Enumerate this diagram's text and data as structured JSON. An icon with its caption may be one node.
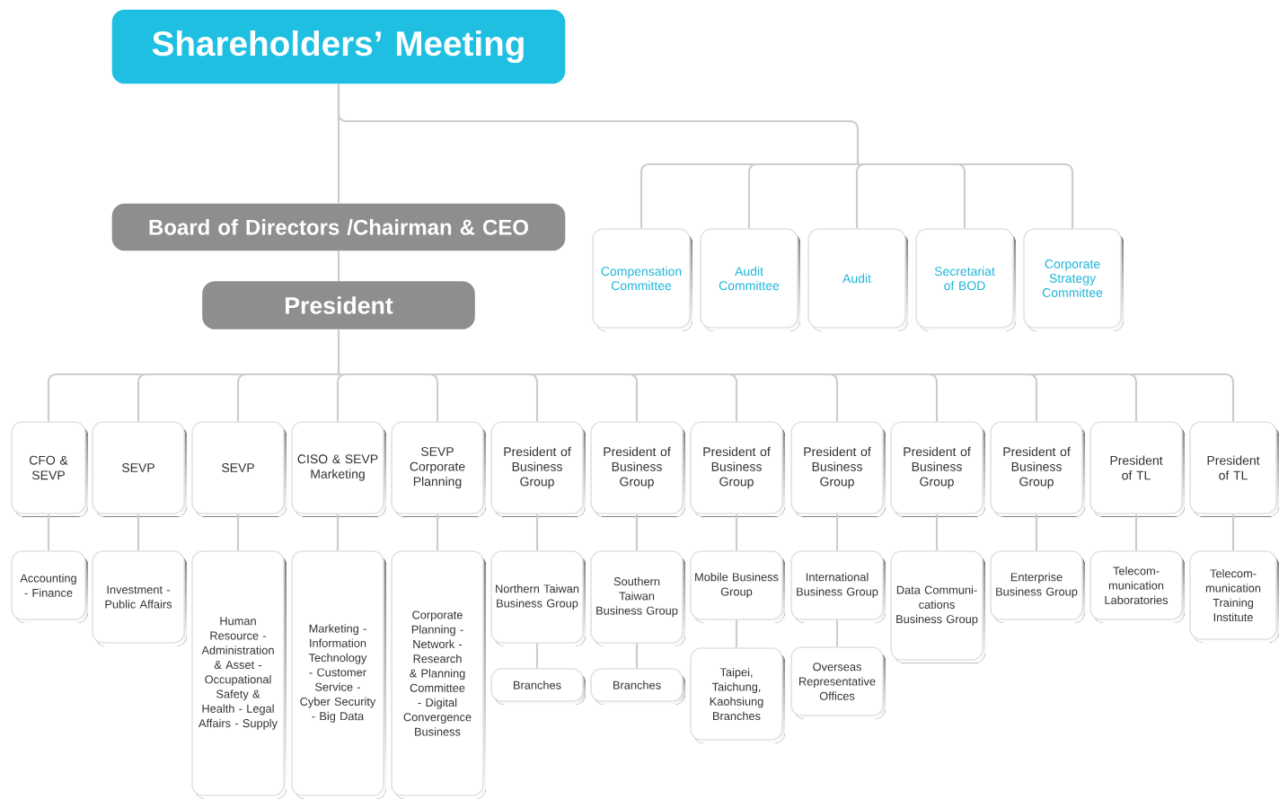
{
  "diagram": {
    "nodes": [
      {
        "text": [
          "Shareholders’ Meeting"
        ]
      },
      {
        "text": [
          "Board of Directors /Chairman & CEO"
        ]
      },
      {
        "text": [
          "President"
        ]
      },
      {
        "text": [
          "Compensation Committee"
        ]
      },
      {
        "text": [
          "Audit Committee"
        ]
      },
      {
        "text": [
          "Audit"
        ]
      },
      {
        "text": [
          "Secretariat of BOD"
        ]
      },
      {
        "text": [
          "Corporate Strategy Committee"
        ]
      },
      {
        "text": [
          "CFO & SEVP"
        ]
      },
      {
        "text": [
          "SEVP"
        ]
      },
      {
        "text": [
          "SEVP"
        ]
      },
      {
        "text": [
          "CISO & SEVP Marketing"
        ]
      },
      {
        "text": [
          "SEVP Corporate Planning"
        ]
      },
      {
        "text": [
          "President of Business Group"
        ]
      },
      {
        "text": [
          "President of Business Group"
        ]
      },
      {
        "text": [
          "President of Business Group"
        ]
      },
      {
        "text": [
          "President of Business Group"
        ]
      },
      {
        "text": [
          "President of Business Group"
        ]
      },
      {
        "text": [
          "President of Business Group"
        ]
      },
      {
        "text": [
          "President of TL"
        ]
      },
      {
        "text": [
          "President of TL"
        ]
      },
      {
        "text": [
          "Accounting - Finance"
        ]
      },
      {
        "text": [
          "Investment - Public Affairs"
        ]
      },
      {
        "text": [
          "Human Resource - Administration & Asset - Occupational Safety & Health - Legal Affairs - Supply"
        ]
      },
      {
        "text": [
          "Marketing - Information Technology - Customer Service - Cyber Security - Big Data"
        ]
      },
      {
        "text": [
          "Corporate Planning - Network - Research & Planning Committee - Digital Convergence Business"
        ]
      },
      {
        "text": [
          "Northern Taiwan Business Group"
        ]
      },
      {
        "text": [
          "Southern Taiwan Business Group"
        ]
      },
      {
        "text": [
          "Mobile Business Group"
        ]
      },
      {
        "text": [
          "International Business Group"
        ]
      },
      {
        "text": [
          "Data Communi- cations Business Group"
        ]
      },
      {
        "text": [
          "Enterprise Business Group"
        ]
      },
      {
        "text": [
          "Telecom- munication Laboratories"
        ]
      },
      {
        "text": [
          "Telecom- munication Training Institute"
        ]
      },
      {
        "text": [
          "Branches"
        ]
      },
      {
        "text": [
          "Branches"
        ]
      },
      {
        "text": [
          "Taipei, Taichung, Kaohsiung Branches"
        ]
      },
      {
        "text": [
          "Overseas Representative Offices"
        ]
      }
    ],
    "edges": [
      {
        "from": 0,
        "to": 1,
        "arrow": "none"
      },
      {
        "from": 1,
        "to": 2,
        "arrow": "none"
      },
      {
        "from": 0,
        "to": 3,
        "arrow": "none"
      },
      {
        "from": 0,
        "to": 4,
        "arrow": "none"
      },
      {
        "from": 0,
        "to": 5,
        "arrow": "none"
      },
      {
        "from": 0,
        "to": 6,
        "arrow": "none"
      },
      {
        "from": 0,
        "to": 7,
        "arrow": "none"
      },
      {
        "from": 2,
        "to": 8,
        "arrow": "none"
      },
      {
        "from": 2,
        "to": 9,
        "arrow": "none"
      },
      {
        "from": 2,
        "to": 10,
        "arrow": "none"
      },
      {
        "from": 2,
        "to": 11,
        "arrow": "none"
      },
      {
        "from": 2,
        "to": 12,
        "arrow": "none"
      },
      {
        "from": 2,
        "to": 13,
        "arrow": "none"
      },
      {
        "from": 2,
        "to": 14,
        "arrow": "none"
      },
      {
        "from": 2,
        "to": 15,
        "arrow": "none"
      },
      {
        "from": 2,
        "to": 16,
        "arrow": "none"
      },
      {
        "from": 2,
        "to": 17,
        "arrow": "none"
      },
      {
        "from": 2,
        "to": 18,
        "arrow": "none"
      },
      {
        "from": 2,
        "to": 19,
        "arrow": "none"
      },
      {
        "from": 2,
        "to": 20,
        "arrow": "none"
      },
      {
        "from": 8,
        "to": 21,
        "arrow": "none"
      },
      {
        "from": 9,
        "to": 22,
        "arrow": "none"
      },
      {
        "from": 10,
        "to": 23,
        "arrow": "none"
      },
      {
        "from": 11,
        "to": 24,
        "arrow": "none"
      },
      {
        "from": 12,
        "to": 25,
        "arrow": "none"
      },
      {
        "from": 13,
        "to": 26,
        "arrow": "none"
      },
      {
        "from": 14,
        "to": 27,
        "arrow": "none"
      },
      {
        "from": 15,
        "to": 28,
        "arrow": "none"
      },
      {
        "from": 16,
        "to": 29,
        "arrow": "none"
      },
      {
        "from": 17,
        "to": 30,
        "arrow": "none"
      },
      {
        "from": 18,
        "to": 31,
        "arrow": "none"
      },
      {
        "from": 19,
        "to": 32,
        "arrow": "none"
      },
      {
        "from": 20,
        "to": 33,
        "arrow": "none"
      },
      {
        "from": 26,
        "to": 34,
        "arrow": "none"
      },
      {
        "from": 27,
        "to": 35,
        "arrow": "none"
      },
      {
        "from": 28,
        "to": 36,
        "arrow": "none"
      },
      {
        "from": 29,
        "to": 37,
        "arrow": "none"
      }
    ]
  }
}
